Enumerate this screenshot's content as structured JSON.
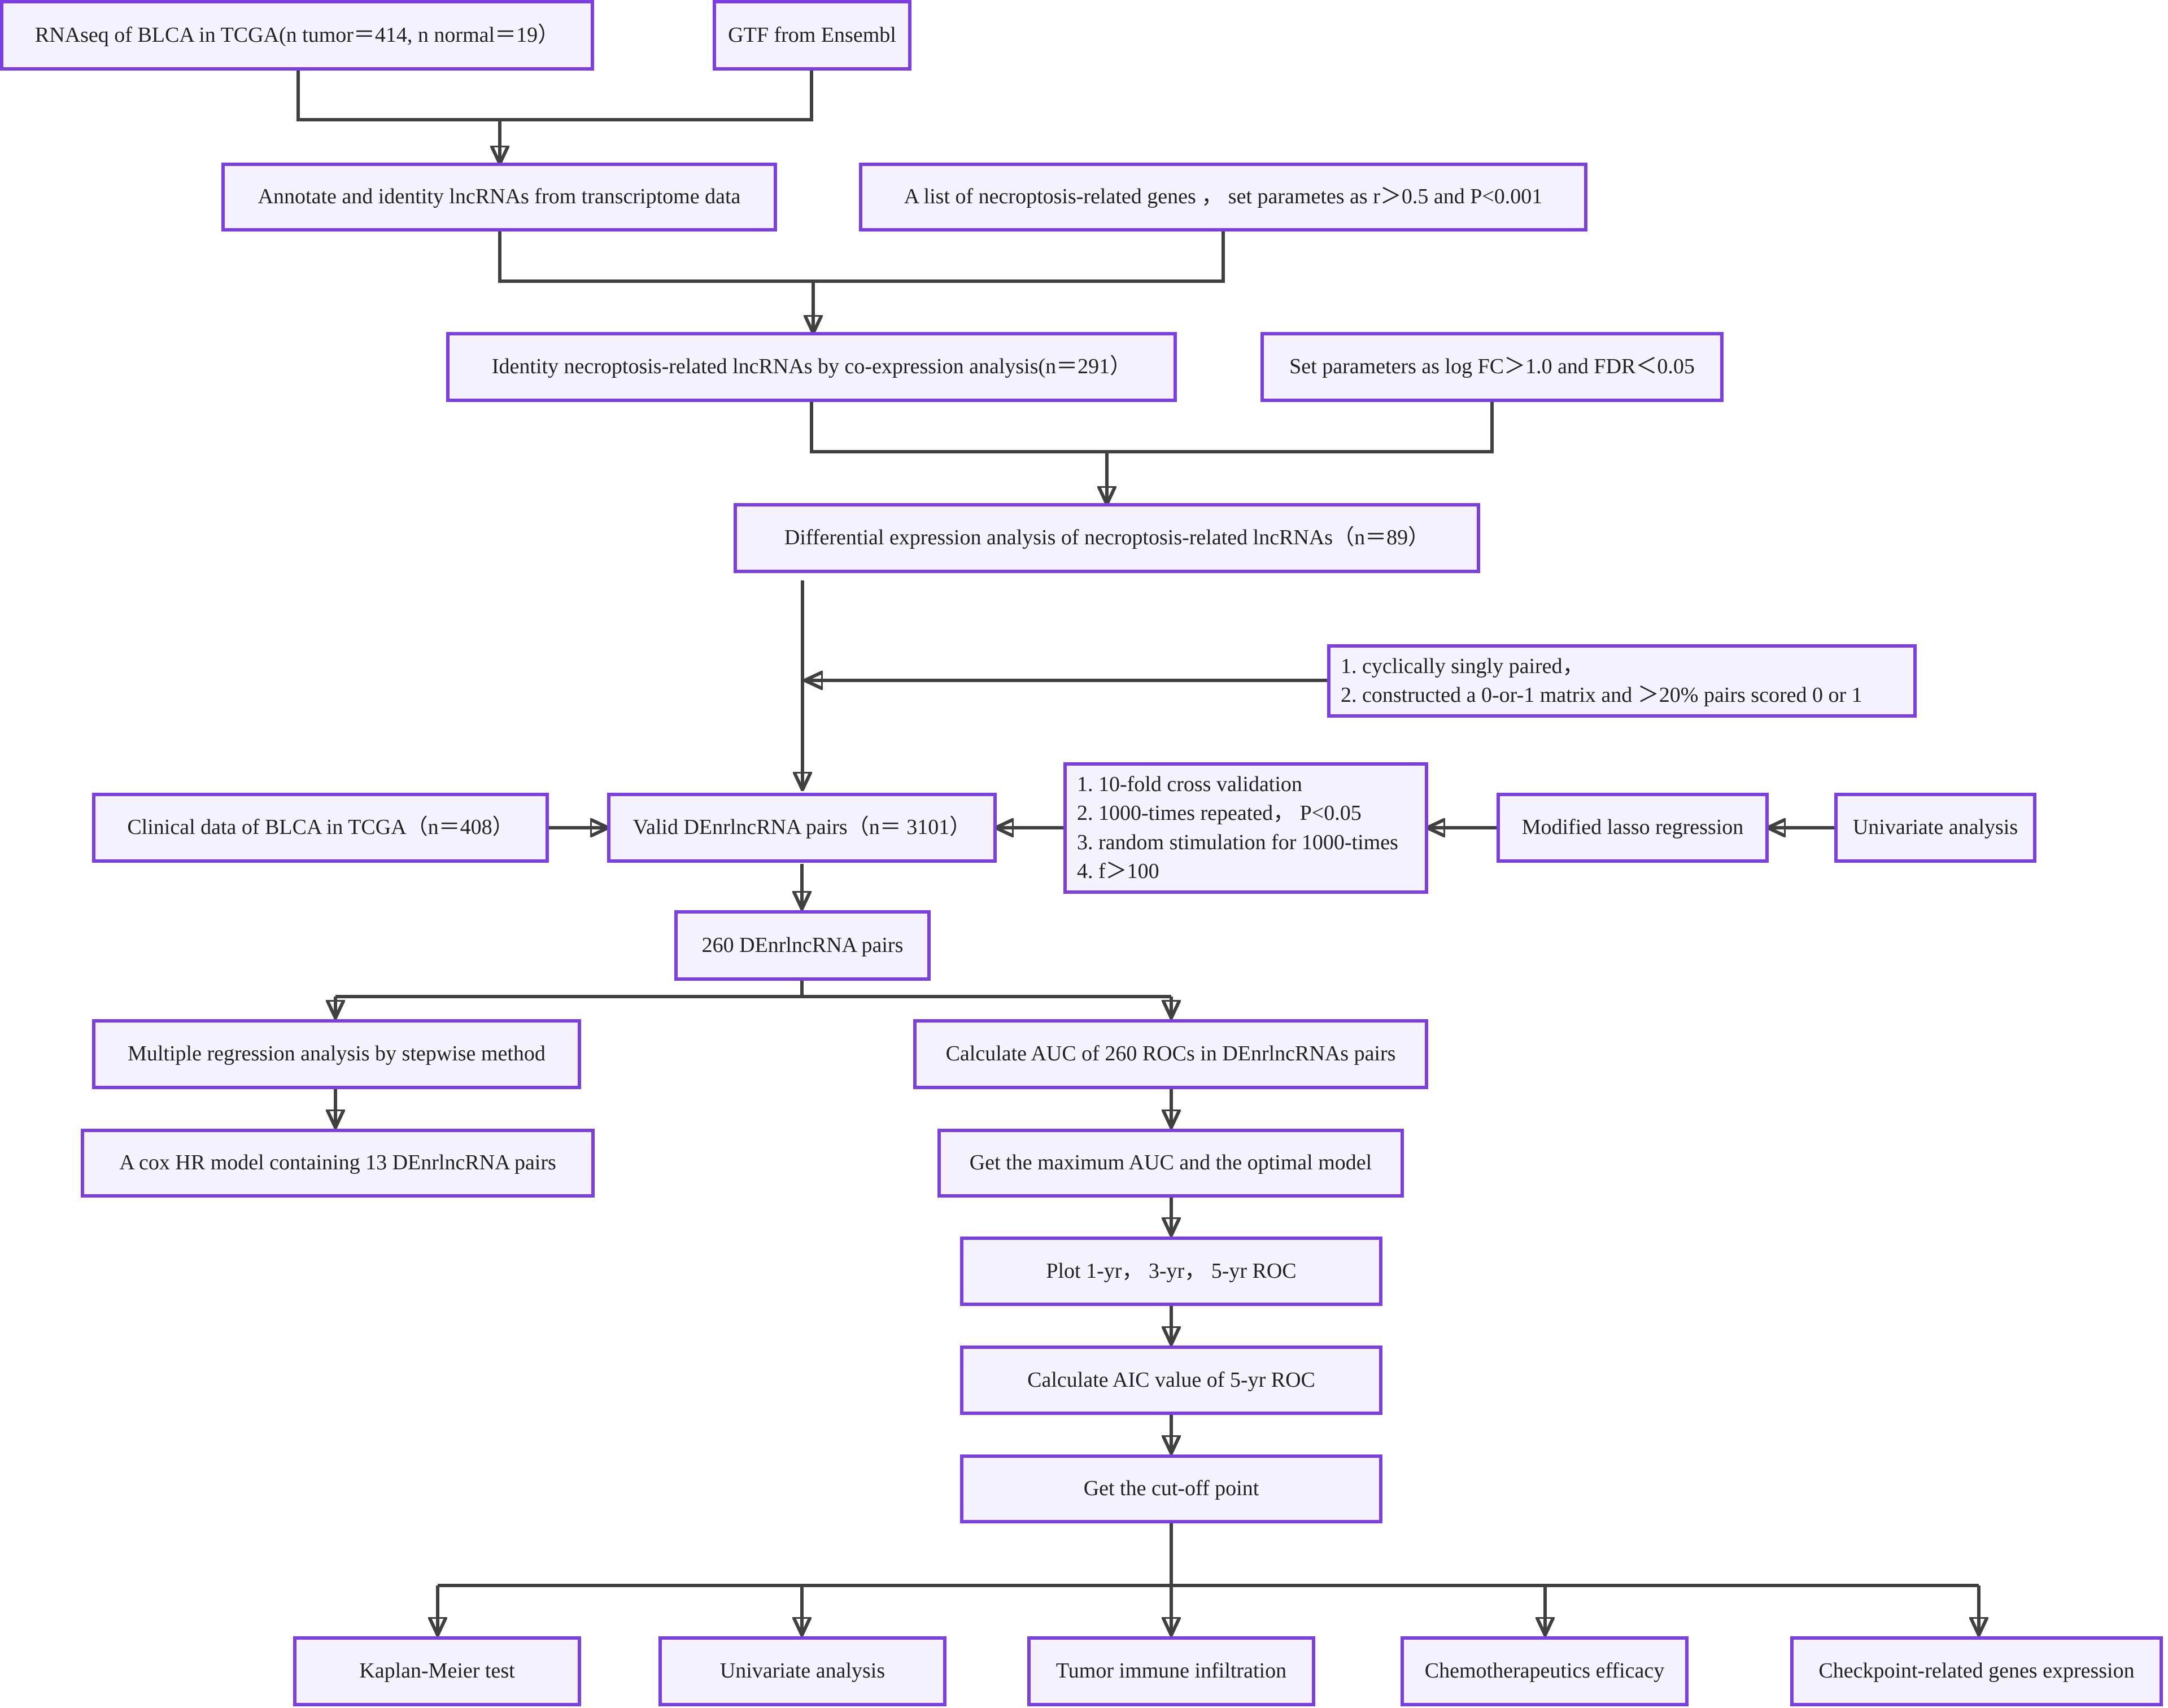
{
  "colors": {
    "box_border": "#7b3fe4",
    "box_fill": "#f4f2fe",
    "connector": "#404040",
    "text": "#222222"
  },
  "nodes": {
    "rnaseq": "RNAseq of BLCA in TCGA(n tumor＝414, n normal＝19）",
    "gtf": "GTF from Ensembl",
    "annotate": "Annotate and identity lncRNAs from transcriptome data",
    "necro_list": "A list of necroptosis-related genes ， set  parametes as r＞0.5 and P<0.001",
    "identity": "Identity necroptosis-related lncRNAs by co-expression analysis(n＝291）",
    "set_params": "Set parameters as log FC＞1.0 and FDR＜0.05",
    "diff_expr": "Differential expression analysis of necroptosis-related lncRNAs（n＝89）",
    "pairing": [
      "1. cyclically singly paired，",
      "2. constructed a 0-or-1 matrix and ＞20% pairs scored 0 or 1"
    ],
    "clinical": "Clinical data of  BLCA  in TCGA（n＝408）",
    "valid_pairs": "Valid  DEnrlncRNA pairs（n＝ 3101）",
    "cv": [
      "1. 10-fold cross validation",
      "2. 1000-times repeated， P<0.05",
      "3. random stimulation for 1000-times",
      "4. f＞100"
    ],
    "lasso": "Modified lasso regression",
    "univariate_top": "Univariate analysis",
    "pairs_260": "260  DEnrlncRNA pairs",
    "multiple_reg": "Multiple regression analysis by stepwise method",
    "cox": "A cox HR model containing 13 DEnrlncRNA pairs",
    "calc_auc": "Calculate AUC of 260 ROCs in DEnrlncRNAs pairs",
    "max_auc": "Get the maximum AUC and the optimal model",
    "plot_roc": "Plot 1-yr， 3-yr， 5-yr ROC",
    "aic": "Calculate AIC value of 5-yr ROC",
    "cutoff": "Get the cut-off point",
    "km": "Kaplan-Meier test",
    "univariate_bottom": "Univariate analysis",
    "immune": "Tumor immune infiltration",
    "chemo": "Chemotherapeutics efficacy",
    "checkpoint": "Checkpoint-related genes expression"
  }
}
